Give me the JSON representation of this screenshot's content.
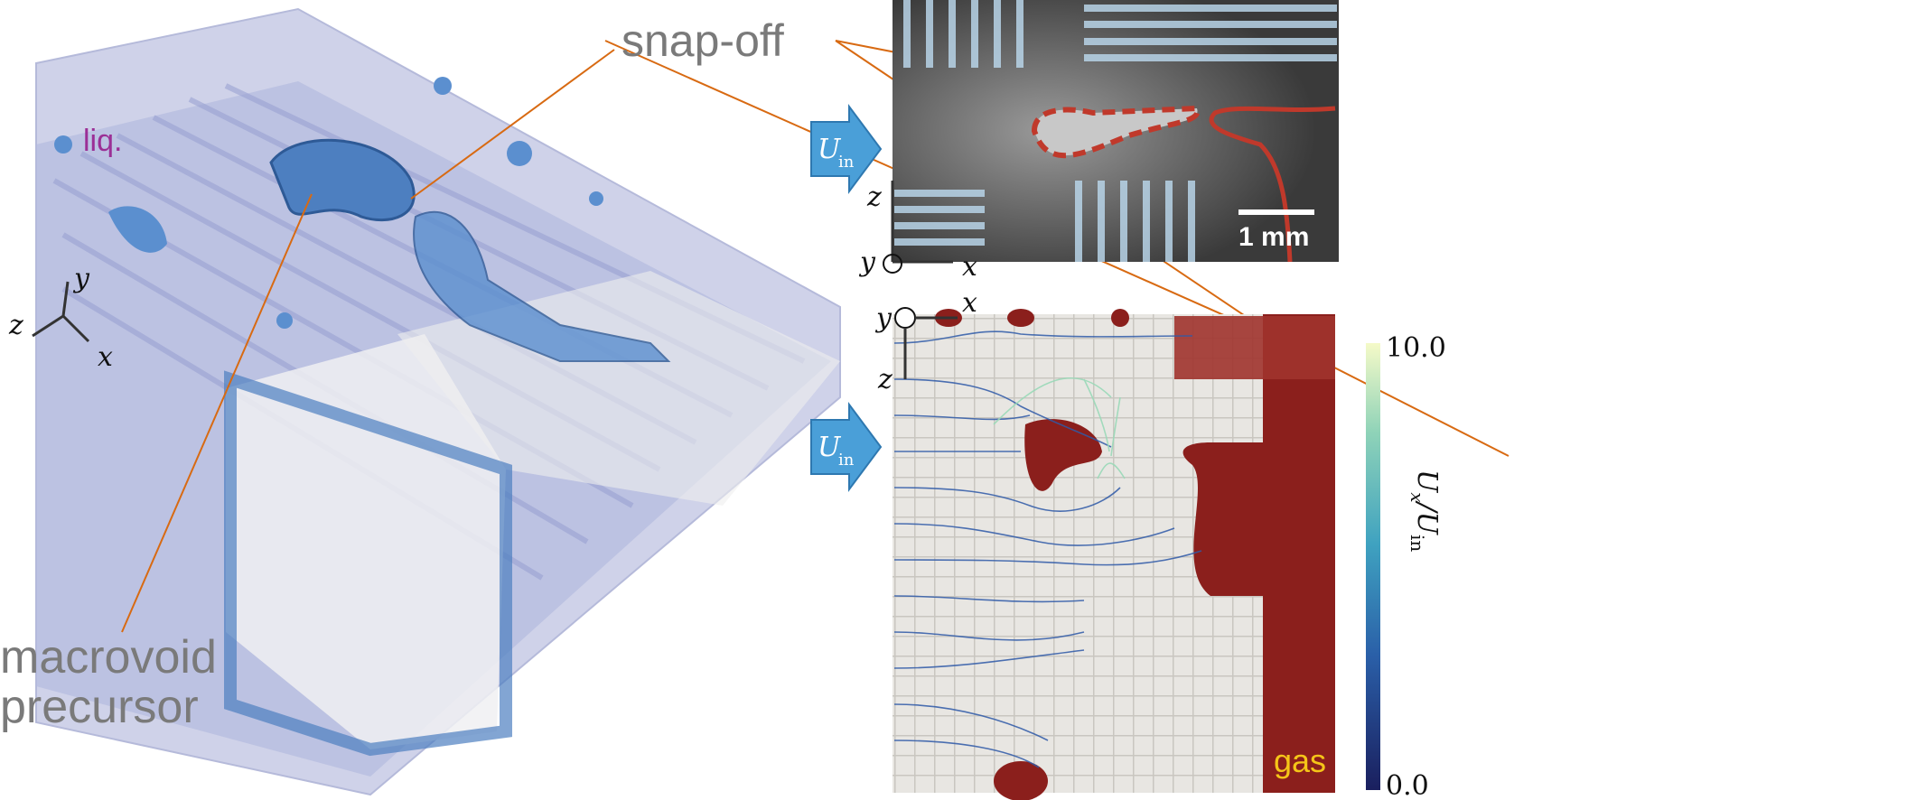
{
  "labels": {
    "snap_off": "snap-off",
    "liquid": "liq.",
    "macrovoid_line1": "macrovoid",
    "macrovoid_line2": "precursor",
    "gas": "gas",
    "inlet_velocity": "U",
    "inlet_sub": "in",
    "scale_bar": "1 mm"
  },
  "axes_3d": {
    "y": "y",
    "z": "z",
    "x": "x"
  },
  "axes_top": {
    "z": "z",
    "y": "y",
    "x": "x"
  },
  "axes_bottom": {
    "y": "y",
    "x": "x",
    "z": "z"
  },
  "colorbar": {
    "max": "10.0",
    "min": "0.0",
    "title": "U",
    "title_sub_x": "x",
    "title_sep": "/U",
    "title_sub_in": "in",
    "colors": [
      "#1a1f5e",
      "#2a5fa8",
      "#3fa2c0",
      "#8fd3b8",
      "#f5fac8"
    ]
  },
  "colors": {
    "label_gray": "#7a7a7a",
    "liquid_purple": "#9b2f96",
    "gas_yellow": "#f5c518",
    "gas_red": "#8b1f1c",
    "leader_orange": "#d86a12",
    "arrow_blue": "#4a9fd8"
  }
}
